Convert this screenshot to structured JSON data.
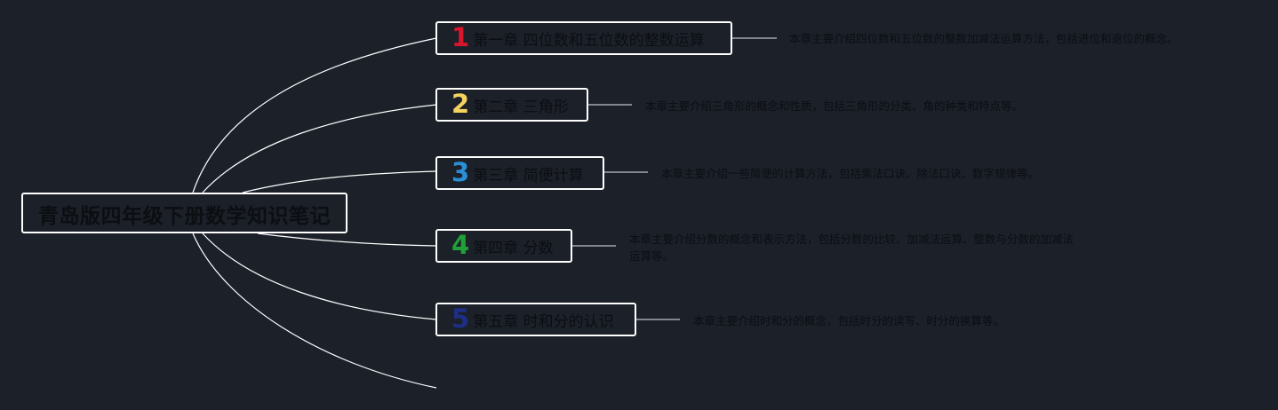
{
  "root": {
    "title": "青岛版四年级下册数学知识笔记"
  },
  "chapters": [
    {
      "number": "1",
      "number_color": "#d8162c",
      "title": "第一章 四位数和五位数的整数运算",
      "description": "本章主要介绍四位数和五位数的整数加减法运算方法，包括进位和退位的概念。"
    },
    {
      "number": "2",
      "number_color": "#f4d35e",
      "title": "第二章 三角形",
      "description": "本章主要介绍三角形的概念和性质，包括三角形的分类、角的种类和特点等。"
    },
    {
      "number": "3",
      "number_color": "#2b8fd6",
      "title": "第三章 简便计算",
      "description": "本章主要介绍一些简便的计算方法，包括乘法口诀、除法口诀、数字规律等。"
    },
    {
      "number": "4",
      "number_color": "#21a038",
      "title": "第四章 分数",
      "description": "本章主要介绍分数的概念和表示方法，包括分数的比较、加减法运算、整数与分数的加减法运算等。"
    },
    {
      "number": "5",
      "number_color": "#1d2f86",
      "title": "第五章 时和分的认识",
      "description": "本章主要介绍时和分的概念，包括时分的读写、时分的换算等。"
    }
  ],
  "colors": {
    "background": "#1b2029",
    "node_border": "#ffffff",
    "connector": "#ffffff",
    "detail_connector": "#a6a9ae",
    "text": "#0c0e12"
  }
}
